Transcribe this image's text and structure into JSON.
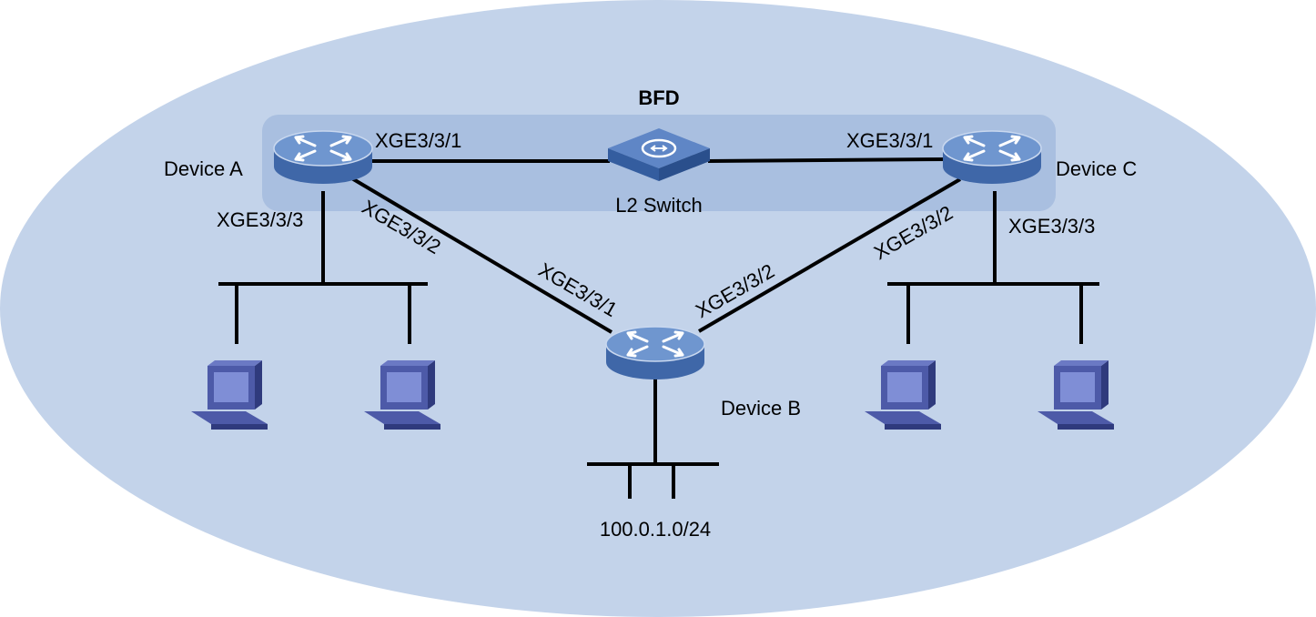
{
  "colors": {
    "background_region": "#c3d3ea",
    "bfd_band": "#a9bfe0",
    "device_top": "#6f96cf",
    "device_side": "#3f67a8",
    "pc_color": "#4d5aa8",
    "pc_screen": "#7f8ed6"
  },
  "bfd": {
    "label": "BFD"
  },
  "devices": {
    "a": {
      "name": "Device A",
      "icon": "router-icon"
    },
    "b": {
      "name": "Device B",
      "icon": "router-icon"
    },
    "c": {
      "name": "Device C",
      "icon": "router-icon"
    },
    "switch": {
      "name": "L2 Switch",
      "icon": "switch-icon"
    }
  },
  "interfaces": {
    "a_to_switch": "XGE3/3/1",
    "a_to_b": "XGE3/3/2",
    "a_to_lan": "XGE3/3/3",
    "c_to_switch": "XGE3/3/1",
    "c_to_b": "XGE3/3/2",
    "c_to_lan": "XGE3/3/3",
    "b_to_a": "XGE3/3/1",
    "b_to_c": "XGE3/3/2"
  },
  "network": {
    "subnet": "100.0.1.0/24"
  }
}
